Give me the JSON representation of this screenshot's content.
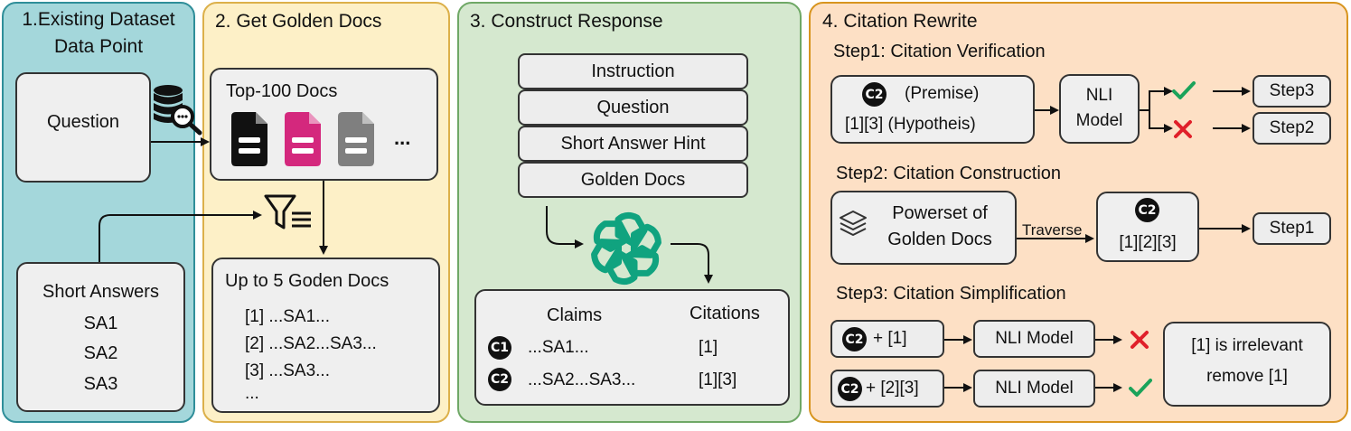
{
  "colors": {
    "panel1_fill": "#a4d7db",
    "panel1_border": "#2f8e99",
    "panel2_fill": "#fdf0c7",
    "panel2_border": "#dcb04a",
    "panel3_fill": "#d5e8cf",
    "panel3_border": "#6fa866",
    "panel4_fill": "#fde0c5",
    "panel4_border": "#d8951f",
    "doc_black": "#111111",
    "doc_pink": "#d4287d",
    "doc_gray": "#7f7f7f",
    "openai_green": "#10a37f",
    "check_green": "#1aa35a",
    "cross_red": "#e0202a"
  },
  "panel1": {
    "title_line1": "1.Existing Dataset",
    "title_line2": "Data Point",
    "question": "Question",
    "short_answers_title": "Short Answers",
    "short_answers": [
      "SA1",
      "SA2",
      "SA3"
    ]
  },
  "panel2": {
    "title": "2. Get Golden Docs",
    "top_docs": "Top-100 Docs",
    "ellipsis": "...",
    "golden_title": "Up to 5 Goden Docs",
    "golden_lines": [
      "[1] ...SA1...",
      "[2] ...SA2...SA3...",
      "[3] ...SA3...",
      "..."
    ]
  },
  "panel3": {
    "title": "3. Construct Response",
    "prompt_items": [
      "Instruction",
      "Question",
      "Short Answer Hint",
      "Golden Docs"
    ],
    "claims_header": "Claims",
    "citations_header": "Citations",
    "claims": [
      {
        "badge": "C1",
        "text": "...SA1...",
        "citation": "[1]"
      },
      {
        "badge": "C2",
        "text": "...SA2...SA3...",
        "citation": "[1][3]"
      }
    ]
  },
  "panel4": {
    "title": "4. Citation Rewrite",
    "step1": {
      "title": "Step1: Citation Verification",
      "badge": "C2",
      "premise": "(Premise)",
      "hypothesis": "[1][3] (Hypotheis)",
      "model_line1": "NLI",
      "model_line2": "Model",
      "out_pass": "Step3",
      "out_fail": "Step2"
    },
    "step2": {
      "title": "Step2: Citation Construction",
      "powerset_line1": "Powerset of",
      "powerset_line2": "Golden Docs",
      "traverse": "Traverse",
      "badge": "C2",
      "cites": "[1][2][3]",
      "out": "Step1"
    },
    "step3": {
      "title": "Step3: Citation Simplification",
      "row1_badge": "C2",
      "row1_text": "+ [1]",
      "row2_badge": "C2",
      "row2_text": "+ [2][3]",
      "model": "NLI Model",
      "result_line1": "[1] is irrelevant",
      "result_line2": "remove [1]"
    }
  }
}
